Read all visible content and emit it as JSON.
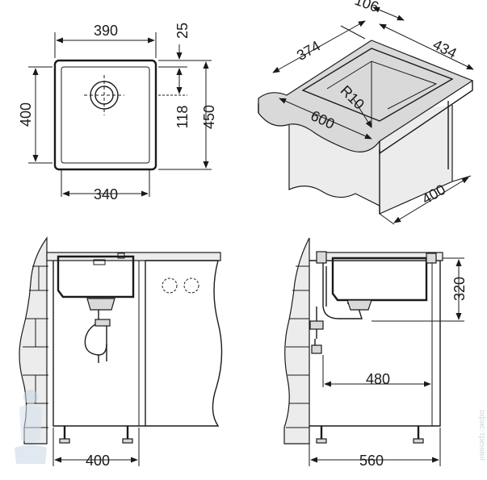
{
  "top_view": {
    "width_outer": "390",
    "width_inner": "340",
    "height_outer": "400",
    "right_dims": [
      "25",
      "118",
      "450"
    ]
  },
  "iso_view": {
    "depth": "106",
    "top_width": "374",
    "right_width": "434",
    "radius": "R10",
    "front_width": "600",
    "cabinet_depth": "400"
  },
  "front_view": {
    "cabinet_width": "400"
  },
  "side_view": {
    "bowl_depth": "320",
    "drain_offset": "480",
    "cabinet_depth": "560"
  },
  "watermark": "офис-тренинг"
}
